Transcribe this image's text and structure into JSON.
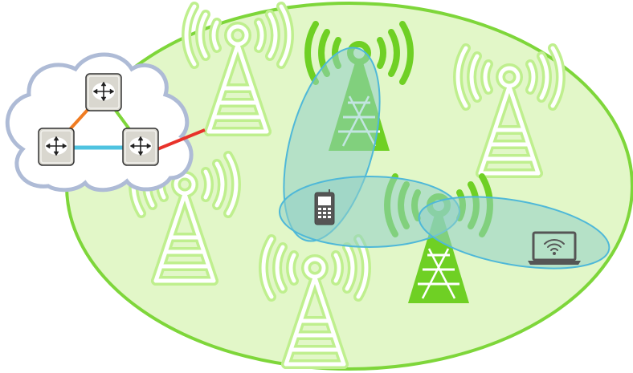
{
  "colors": {
    "coverage_fill": "#e2f7c8",
    "coverage_stroke": "#7ed63a",
    "tower_outline": "#bfef8e",
    "tower_active": "#6fd024",
    "beam_fill": "#8fd0c6",
    "beam_stroke": "#4fb8d8",
    "cloud_fill": "#ffffff",
    "cloud_stroke": "#aebbd6",
    "router_fill": "#d9d7cf",
    "link_orange": "#f07c22",
    "link_green": "#7ed63a",
    "link_cyan": "#4fc3e0",
    "link_red": "#e8322a",
    "device_color": "#555555"
  },
  "towers_outline": [
    "tower-outline-top",
    "tower-outline-right",
    "tower-outline-left",
    "tower-outline-bottom"
  ],
  "towers_active": [
    "tower-active-top",
    "tower-active-middle"
  ],
  "routers": [
    "router-top",
    "router-left",
    "router-right"
  ],
  "links": [
    "link-orange",
    "link-green",
    "link-cyan",
    "link-red"
  ],
  "devices": {
    "phone": "mobile-phone-icon",
    "laptop": "laptop-wifi-icon"
  },
  "router_icon": "four-way-arrows-icon"
}
